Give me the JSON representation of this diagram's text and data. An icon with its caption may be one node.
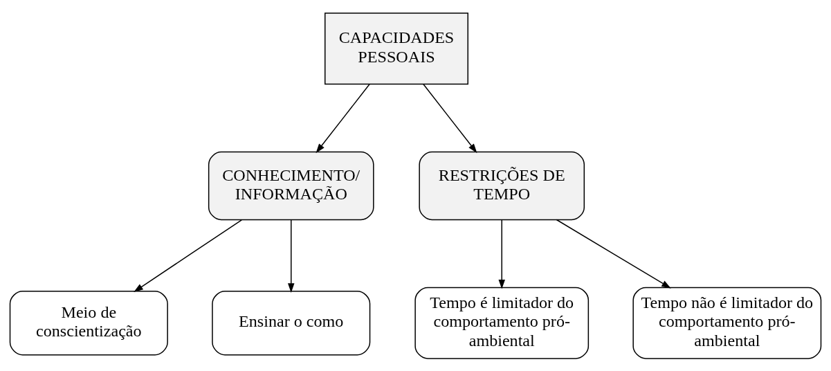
{
  "diagram": {
    "nodes": [
      {
        "text": [
          "CAPACIDADES PESSOAIS"
        ]
      },
      {
        "text": [
          "CONHECIMENTO/ INFORMAÇÃO"
        ]
      },
      {
        "text": [
          "RESTRIÇÕES DE TEMPO"
        ]
      },
      {
        "text": [
          "Meio de conscientização"
        ]
      },
      {
        "text": [
          "Ensinar o como"
        ]
      },
      {
        "text": [
          "Tempo é limitador do comportamento pró- ambiental"
        ]
      },
      {
        "text": [
          "Tempo não é limitador do comportamento pró- ambiental"
        ]
      }
    ],
    "edges": [
      {
        "from": 0,
        "to": 1,
        "arrow": "to"
      },
      {
        "from": 0,
        "to": 2,
        "arrow": "to"
      },
      {
        "from": 1,
        "to": 3,
        "arrow": "to"
      },
      {
        "from": 1,
        "to": 4,
        "arrow": "to"
      },
      {
        "from": 2,
        "to": 5,
        "arrow": "to"
      },
      {
        "from": 2,
        "to": 6,
        "arrow": "to"
      }
    ]
  }
}
